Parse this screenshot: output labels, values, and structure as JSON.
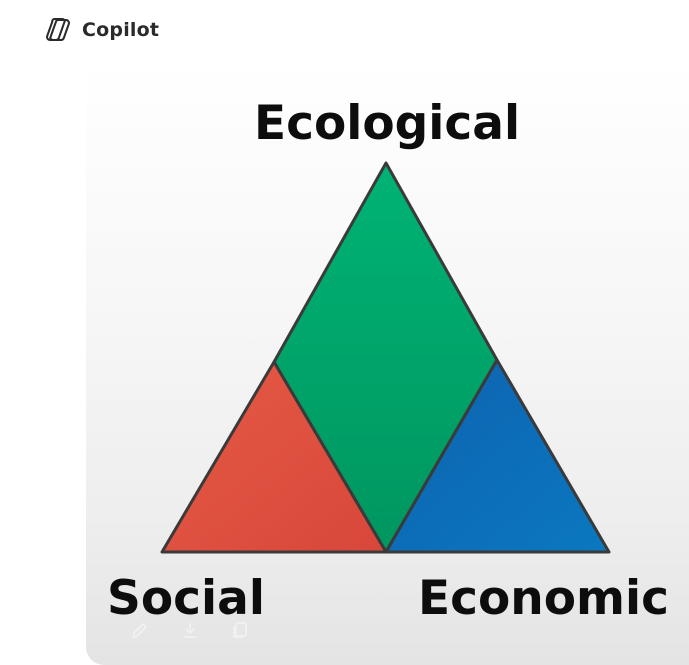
{
  "app": {
    "title": "Copilot",
    "icon": "copilot-icon"
  },
  "image": {
    "labels": {
      "top": "Ecological",
      "bottom_left": "Social",
      "bottom_right": "Economic"
    },
    "colors": {
      "ecological": "#00a86b",
      "social": "#e2513f",
      "economic": "#0b6fb8",
      "outline": "#3a3a3a"
    }
  },
  "toolbar": {
    "items": [
      {
        "icon": "edit-icon"
      },
      {
        "icon": "download-icon"
      },
      {
        "icon": "copy-icon"
      }
    ]
  }
}
